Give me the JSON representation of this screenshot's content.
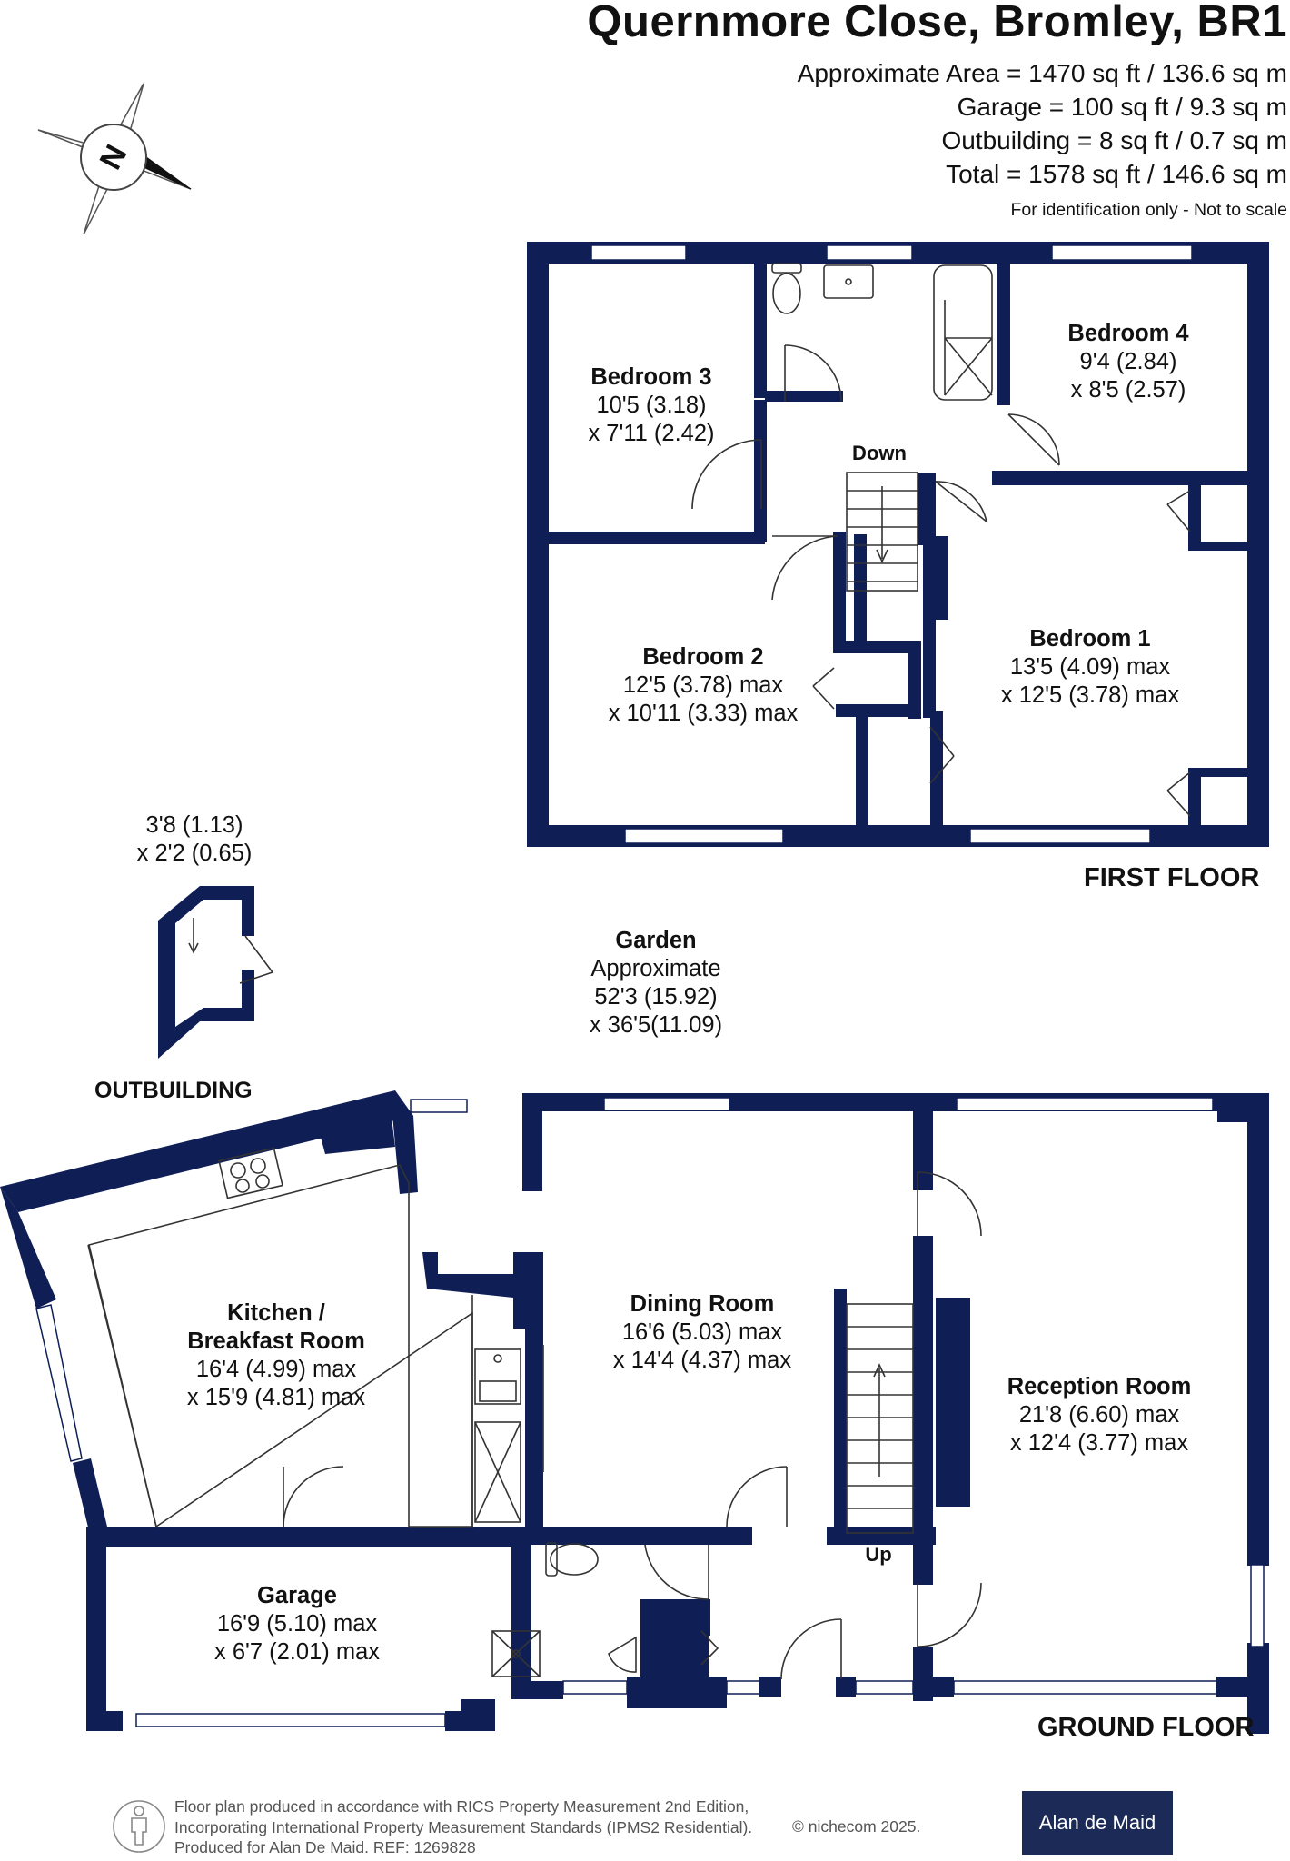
{
  "header": {
    "title": "Quernmore Close, Bromley, BR1",
    "areas": [
      "Approximate Area = 1470 sq ft / 136.6 sq m",
      "Garage = 100 sq ft / 9.3 sq m",
      "Outbuilding = 8 sq ft / 0.7 sq m",
      "Total = 1578 sq ft / 146.6 sq m"
    ],
    "note": "For identification only - Not to scale"
  },
  "compass": {
    "letter": "N"
  },
  "first_floor": {
    "label": "FIRST FLOOR",
    "rooms": [
      {
        "name": "Bedroom 3",
        "dims": [
          "10'5 (3.18)",
          "x 7'11 (2.42)"
        ]
      },
      {
        "name": "Bedroom 4",
        "dims": [
          "9'4 (2.84)",
          "x 8'5 (2.57)"
        ]
      },
      {
        "name": "Bedroom 2",
        "dims": [
          "12'5 (3.78) max",
          "x 10'11 (3.33) max"
        ]
      },
      {
        "name": "Bedroom 1",
        "dims": [
          "13'5 (4.09) max",
          "x 12'5 (3.78) max"
        ]
      }
    ],
    "stairs_label": "Down"
  },
  "outbuilding": {
    "label": "OUTBUILDING",
    "dims": [
      "3'8 (1.13)",
      "x 2'2 (0.65)"
    ]
  },
  "garden": {
    "name": "Garden",
    "dims": [
      "Approximate",
      "52'3 (15.92)",
      "x 36'5(11.09)"
    ]
  },
  "ground_floor": {
    "label": "GROUND FLOOR",
    "rooms": [
      {
        "name": "Kitchen /",
        "name2": "Breakfast Room",
        "dims": [
          "16'4 (4.99) max",
          "x 15'9 (4.81) max"
        ]
      },
      {
        "name": "Dining Room",
        "dims": [
          "16'6 (5.03) max",
          "x 14'4 (4.37) max"
        ]
      },
      {
        "name": "Reception Room",
        "dims": [
          "21'8 (6.60) max",
          "x 12'4 (3.77) max"
        ]
      },
      {
        "name": "Garage",
        "dims": [
          "16'9 (5.10) max",
          "x 6'7 (2.01) max"
        ]
      }
    ],
    "stairs_label": "Up"
  },
  "footer": {
    "lines": [
      "Floor plan produced in accordance with RICS Property Measurement 2nd Edition,",
      "Incorporating International Property Measurement Standards (IPMS2 Residential).",
      "Produced for Alan De Maid.   REF: 1269828"
    ],
    "copyright": "© nichecom 2025.",
    "brand": "Alan de Maid"
  },
  "colors": {
    "wall": "#0f1f56",
    "window": "#ffffff",
    "brand_bg": "#1b2a57"
  }
}
